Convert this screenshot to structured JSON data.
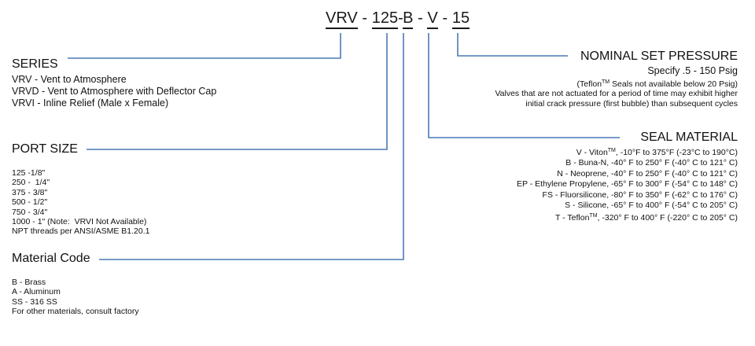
{
  "code": {
    "series": "VRV",
    "port": "125",
    "material": "B",
    "seal": "V",
    "pressure": "15",
    "separator": "-"
  },
  "series_section": {
    "heading": "SERIES",
    "items": [
      "VRV - Vent to Atmosphere",
      "VRVD - Vent to Atmosphere with Deflector Cap",
      "VRVI - Inline Relief (Male x Female)"
    ]
  },
  "port_section": {
    "heading": "PORT SIZE",
    "items": [
      "125 -1/8\"",
      "250 -  1/4\"",
      "375 - 3/8\"",
      "500 - 1/2\"",
      "750 - 3/4\"",
      "1000 - 1\" (Note:  VRVI Not Available)",
      "NPT threads per ANSI/ASME B1.20.1"
    ]
  },
  "material_section": {
    "heading": "Material Code",
    "items": [
      "B - Brass",
      "A - Aluminum",
      "SS - 316 SS",
      "For other materials, consult factory"
    ]
  },
  "pressure_section": {
    "heading": "NOMINAL SET PRESSURE",
    "specify": "Specify .5 - 150 Psig",
    "teflon_note_pre": "(Teflon",
    "teflon_note_tm": "TM",
    "teflon_note_post": " Seals not available below 20 Psig)",
    "note_line1": "Valves that are not actuated for a period of time may exhibit higher",
    "note_line2": "initial crack pressure (first bubble) than subsequent cycles"
  },
  "seal_section": {
    "heading": "SEAL MATERIAL",
    "viton_pre": "V - Viton",
    "viton_tm": "TM",
    "viton_post": ", -10°F to 375°F (-23°C to 190°C)",
    "items": [
      "B - Buna-N, -40° F to 250° F (-40° C to 121° C)",
      "N - Neoprene, -40° F to 250° F (-40° C to 121° C)",
      "EP - Ethylene Propylene, -65° F to 300° F (-54° C to 148° C)",
      "FS - Fluorsilicone, -80° F to 350° F (-62° C to 176° C)",
      "S - Silicone, -65° F to 400° F (-54° C to 205° C)"
    ],
    "teflon_pre": "T - Teflon",
    "teflon_tm": "TM",
    "teflon_post": ", -320° F to 400° F (-220° C to 205° C)"
  },
  "colors": {
    "leader_line": "#4a7ab5",
    "text": "#111111"
  }
}
